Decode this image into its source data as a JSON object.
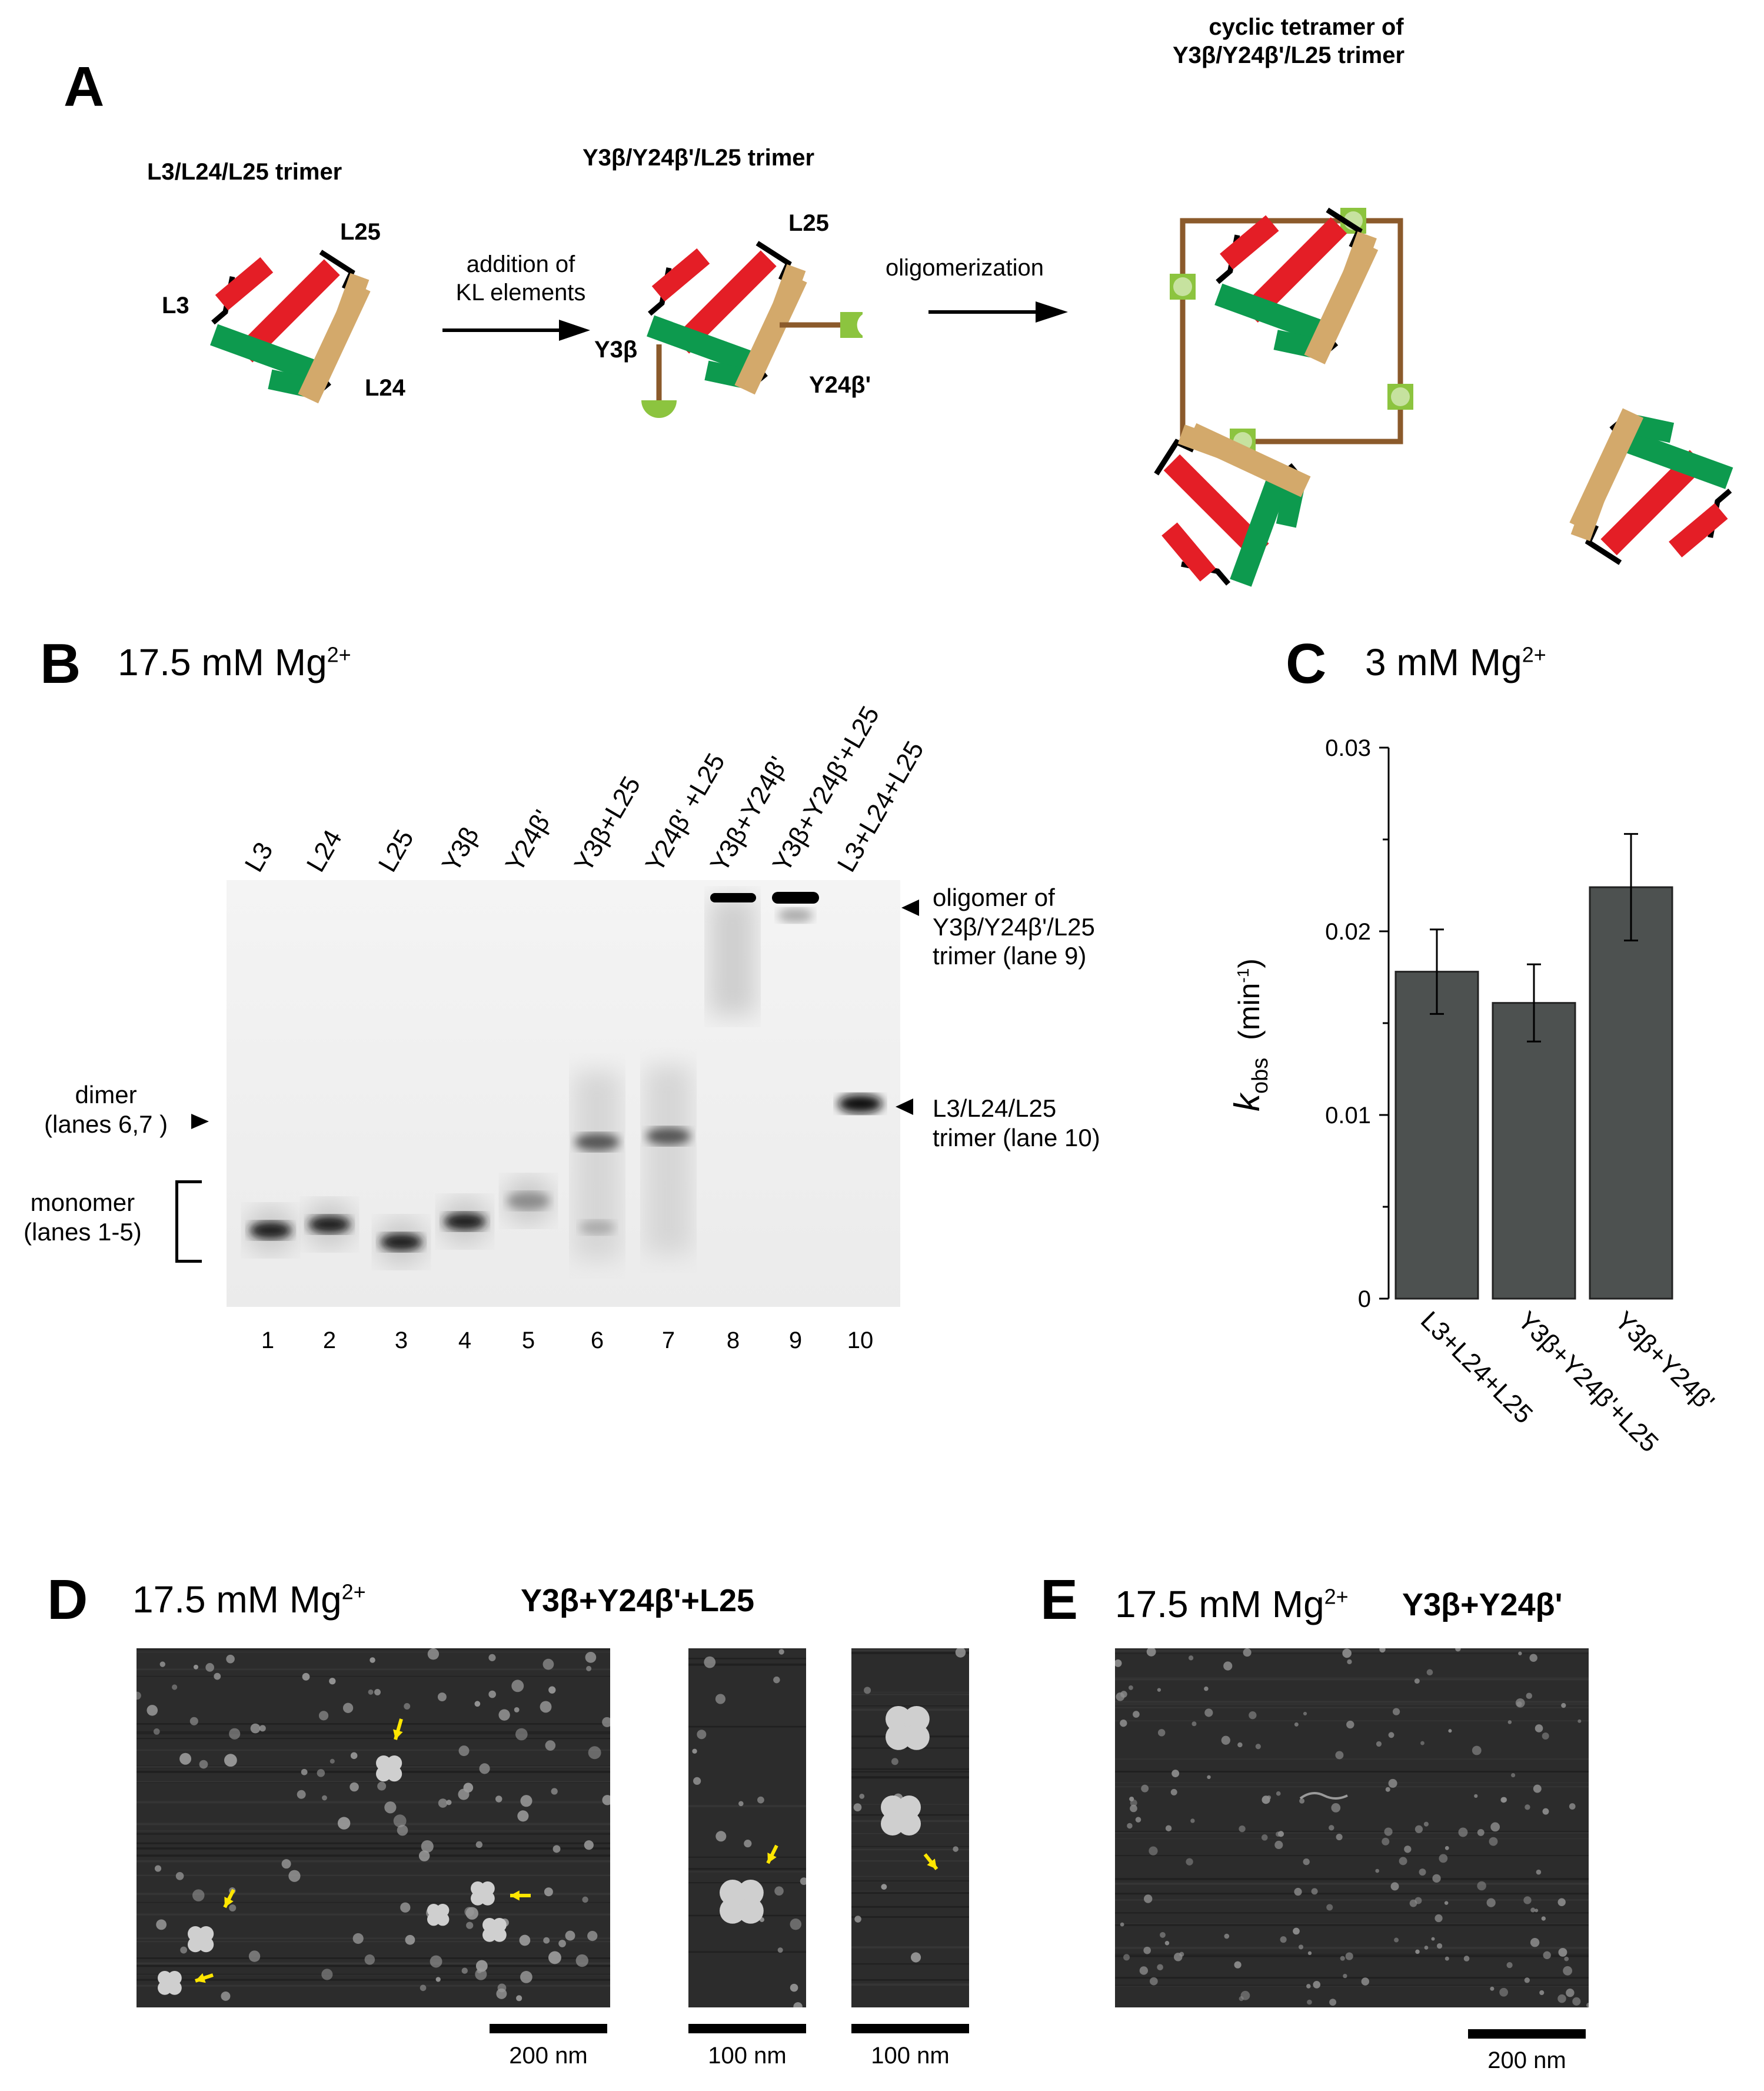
{
  "panel_labels": {
    "a": "A",
    "b": "B",
    "c": "C",
    "d": "D",
    "e": "E"
  },
  "panel_a": {
    "trimer1_title": "L3/L24/L25 trimer",
    "trimer1_labels": {
      "l3": "L3",
      "l24": "L24",
      "l25": "L25"
    },
    "step1_text": [
      "addition of",
      "KL elements"
    ],
    "trimer2_title": "Y3β/Y24β'/L25 trimer",
    "trimer2_labels": {
      "y3b": "Y3β",
      "y24b": "Y24β'",
      "l25": "L25"
    },
    "step2_text": "oligomerization",
    "tetramer_title": [
      "cyclic tetramer of",
      "Y3β/Y24β'/L25 trimer"
    ],
    "colors": {
      "red": "#e41e26",
      "green": "#0d9a4e",
      "tan": "#d3a96b",
      "brown": "#8b5a2b",
      "lime": "#8cc43f",
      "black": "#000000"
    }
  },
  "panel_b": {
    "condition": "17.5 mM Mg",
    "condition_sup": "2+",
    "lanes": [
      "L3",
      "L24",
      "L25",
      "Y3β",
      "Y24β'",
      "Y3β+L25",
      "Y24β' +L25",
      "Y3β+Y24β'",
      "Y3β+Y24β'+L25",
      "L3+L24+L25"
    ],
    "lane_numbers": [
      "1",
      "2",
      "3",
      "4",
      "5",
      "6",
      "7",
      "8",
      "9",
      "10"
    ],
    "annotations": {
      "oligomer": [
        "oligomer of",
        "Y3β/Y24β'/L25",
        "trimer (lane 9)"
      ],
      "trimer": [
        "L3/L24/L25",
        "trimer (lane 10)"
      ],
      "dimer": [
        "dimer",
        "(lanes 6,7 )"
      ],
      "monomer": [
        "monomer",
        "(lanes 1-5)"
      ]
    }
  },
  "chart_data": {
    "type": "bar",
    "title": "3 mM Mg²⁺",
    "ylabel": "k_obs (min⁻¹)",
    "ylabel_main": "k",
    "ylabel_sub": "obs",
    "ylabel_unit": "(min",
    "ylabel_unit_sup": "-1",
    "ylabel_unit_close": ")",
    "xlabel": "",
    "categories": [
      "L3+L24+L25",
      "Y3β+Y24β'+L25",
      "Y3β+Y24β'"
    ],
    "values": [
      0.0178,
      0.0161,
      0.0224
    ],
    "errors": [
      0.0023,
      0.0021,
      0.0029
    ],
    "ylim": [
      0,
      0.03
    ],
    "yticks": [
      "0",
      "0.01",
      "0.02",
      "0.03"
    ],
    "bar_color": "#4d5150",
    "grid": false
  },
  "panel_c": {
    "condition": "3 mM Mg",
    "condition_sup": "2+"
  },
  "panel_d": {
    "condition": "17.5 mM Mg",
    "condition_sup": "2+",
    "sample": "Y3β+Y24β'+L25",
    "scale_main": "200 nm",
    "scale_inset1": "100 nm",
    "scale_inset2": "100 nm",
    "arrow_color": "#ffe600"
  },
  "panel_e": {
    "condition": "17.5 mM Mg",
    "condition_sup": "2+",
    "sample": "Y3β+Y24β'",
    "scale": "200 nm"
  }
}
